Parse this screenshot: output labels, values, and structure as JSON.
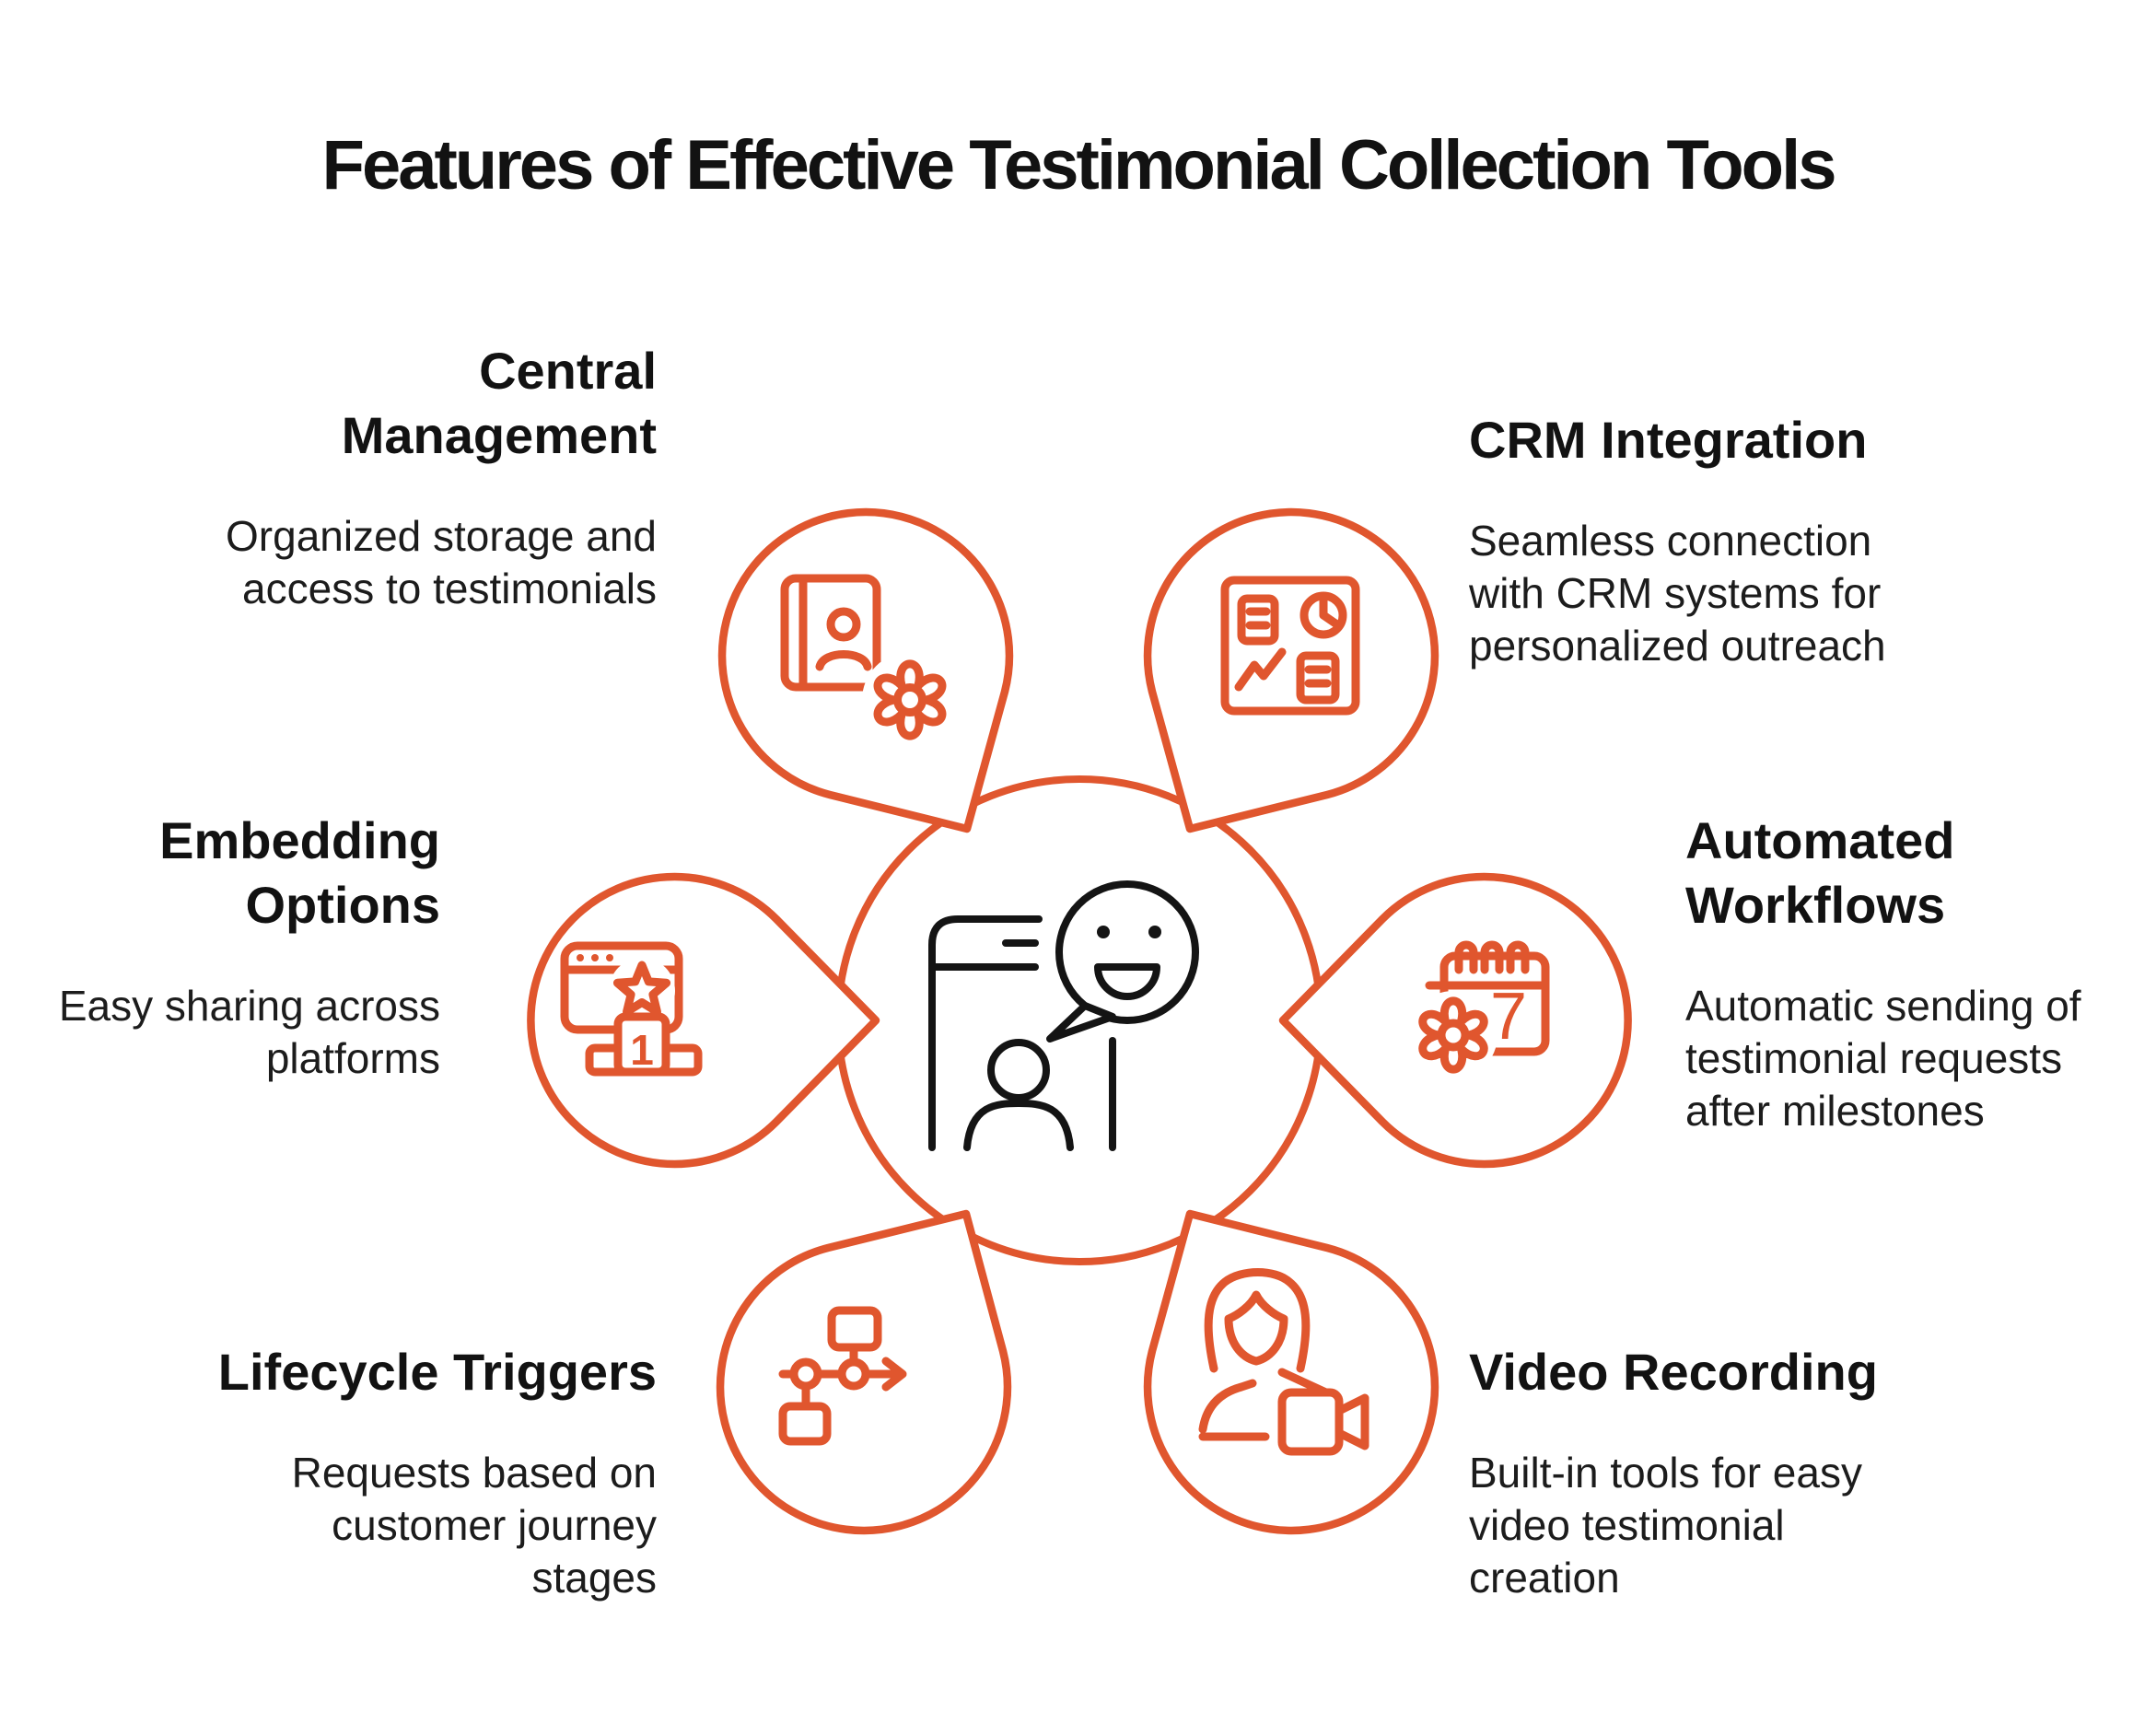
{
  "title": "Features of Effective Testimonial Collection Tools",
  "accent_color": "#E0562E",
  "text_color": "#121212",
  "center": {
    "icon": "phone-testimonial-smiley-icon"
  },
  "podium_rank_label": "1",
  "calendar_day_label": "7",
  "features": [
    {
      "id": "central-management",
      "position": "top-left",
      "title": "Central\nManagement",
      "description": "Organized storage and\naccess to testimonials",
      "icon": "contacts-book-gear-icon"
    },
    {
      "id": "crm-integration",
      "position": "top-right",
      "title": "CRM Integration",
      "description": "Seamless connection\nwith CRM systems for\npersonalized outreach",
      "icon": "dashboard-charts-icon"
    },
    {
      "id": "embedding-options",
      "position": "left",
      "title": "Embedding\nOptions",
      "description": "Easy sharing across\nplatforms",
      "icon": "browser-star-podium-icon"
    },
    {
      "id": "automated-workflows",
      "position": "right",
      "title": "Automated\nWorkflows",
      "description": "Automatic sending of\ntestimonial requests\nafter milestones",
      "icon": "calendar-gear-icon"
    },
    {
      "id": "lifecycle-triggers",
      "position": "bottom-left",
      "title": "Lifecycle Triggers",
      "description": "Requests based on\ncustomer journey\nstages",
      "icon": "flowchart-arrow-icon"
    },
    {
      "id": "video-recording",
      "position": "bottom-right",
      "title": "Video Recording",
      "description": "Built-in tools for easy\nvideo testimonial\ncreation",
      "icon": "woman-video-camera-icon"
    }
  ]
}
